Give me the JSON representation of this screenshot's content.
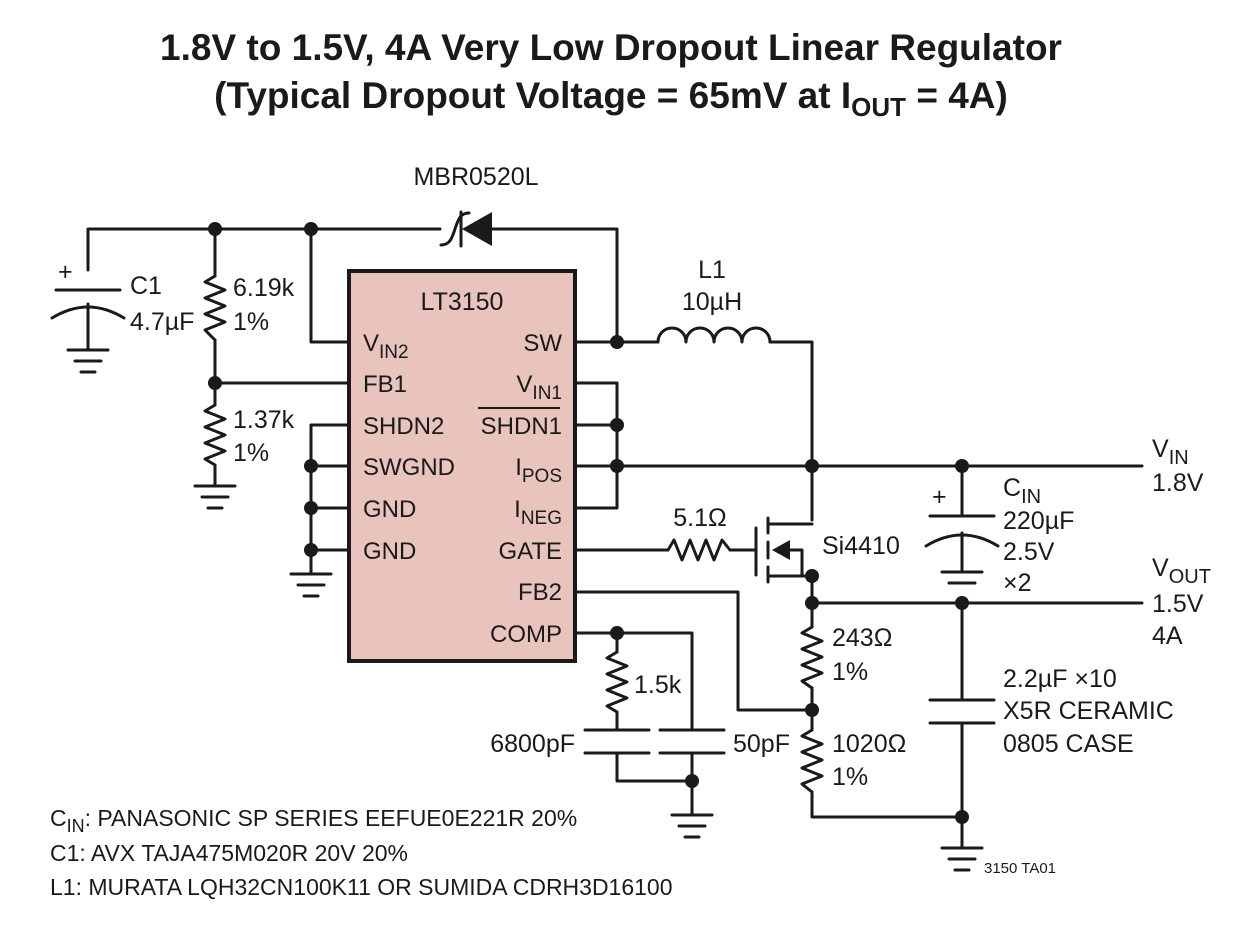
{
  "title": {
    "line1": "1.8V to 1.5V, 4A Very Low Dropout Linear Regulator",
    "line2_pre": "(Typical Dropout Voltage = 65mV at I",
    "line2_sub": "OUT",
    "line2_post": " = 4A)"
  },
  "ic": {
    "name": "LT3150",
    "fill_color": "#e8c4bd",
    "left_pins": [
      {
        "main": "V",
        "sub": "IN2"
      },
      {
        "main": "FB1",
        "sub": ""
      },
      {
        "main": "SHDN2",
        "sub": ""
      },
      {
        "main": "SWGND",
        "sub": ""
      },
      {
        "main": "GND",
        "sub": ""
      },
      {
        "main": "GND",
        "sub": ""
      }
    ],
    "right_pins": [
      {
        "main": "SW",
        "sub": ""
      },
      {
        "main": "V",
        "sub": "IN1"
      },
      {
        "main": "SHDN1",
        "sub": ""
      },
      {
        "main": "I",
        "sub": "POS"
      },
      {
        "main": "I",
        "sub": "NEG"
      },
      {
        "main": "GATE",
        "sub": ""
      },
      {
        "main": "FB2",
        "sub": ""
      },
      {
        "main": "COMP",
        "sub": ""
      }
    ]
  },
  "components": {
    "diode": {
      "name": "MBR0520L",
      "icon": "schottky-diode-icon"
    },
    "c1": {
      "ref": "C1",
      "value": "4.7µF",
      "polarity": "+"
    },
    "r_619k": {
      "value": "6.19k",
      "tol": "1%"
    },
    "r_137k": {
      "value": "1.37k",
      "tol": "1%"
    },
    "l1": {
      "ref": "L1",
      "value": "10µH"
    },
    "r_gate": {
      "value": "5.1Ω"
    },
    "mosfet": {
      "name": "Si4410",
      "icon": "mosfet-icon"
    },
    "cin": {
      "ref_main": "C",
      "ref_sub": "IN",
      "value": "220µF",
      "voltage": "2.5V",
      "count": "×2",
      "polarity": "+"
    },
    "r_243": {
      "value": "243Ω",
      "tol": "1%"
    },
    "r_1020": {
      "value": "1020Ω",
      "tol": "1%"
    },
    "r_15k": {
      "value": "1.5k"
    },
    "c_6800": {
      "value": "6800pF"
    },
    "c_50": {
      "value": "50pF"
    },
    "c_out": {
      "line1": "2.2µF ×10",
      "line2": "X5R CERAMIC",
      "line3": "0805 CASE"
    }
  },
  "vin": {
    "main": "V",
    "sub": "IN",
    "value": "1.8V"
  },
  "vout": {
    "main": "V",
    "sub": "OUT",
    "value": "1.5V",
    "current": "4A"
  },
  "notes": [
    {
      "pre": "C",
      "sub": "IN",
      "text": ": PANASONIC SP SERIES EEFUE0E221R 20%"
    },
    {
      "pre": "",
      "sub": "",
      "text": "C1: AVX TAJA475M020R 20V 20%"
    },
    {
      "pre": "",
      "sub": "",
      "text": "L1: MURATA LQH32CN100K11 OR SUMIDA CDRH3D16100"
    }
  ],
  "figure_id": "3150 TA01"
}
